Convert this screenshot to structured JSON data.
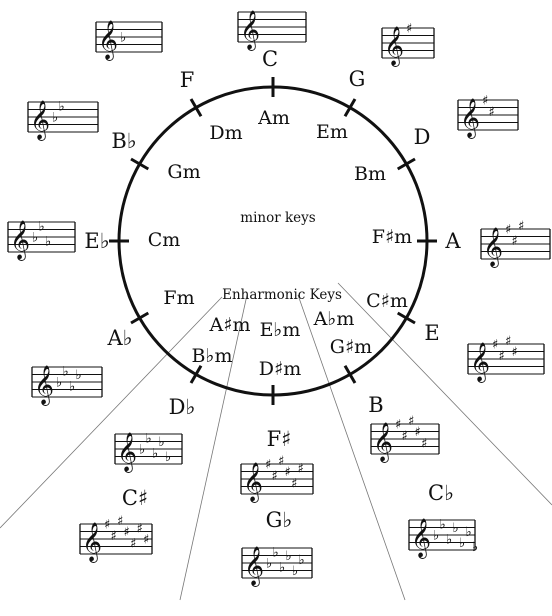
{
  "captions": {
    "minor_keys": "minor keys",
    "enharmonic_keys": "Enharmonic Keys"
  },
  "symbols": {
    "clef": "𝄞",
    "sharp": "♯",
    "flat": "♭"
  },
  "major_keys": [
    {
      "id": "c",
      "label": "C"
    },
    {
      "id": "g",
      "label": "G"
    },
    {
      "id": "d",
      "label": "D"
    },
    {
      "id": "a",
      "label": "A"
    },
    {
      "id": "e",
      "label": "E"
    },
    {
      "id": "b",
      "label": "B"
    },
    {
      "id": "f-sharp",
      "label": "F♯"
    },
    {
      "id": "c-sharp",
      "label": "C♯"
    },
    {
      "id": "g-flat",
      "label": "G♭"
    },
    {
      "id": "c-flat",
      "label": "C♭"
    },
    {
      "id": "d-flat",
      "label": "D♭"
    },
    {
      "id": "a-flat",
      "label": "A♭"
    },
    {
      "id": "e-flat",
      "label": "E♭"
    },
    {
      "id": "b-flat",
      "label": "B♭"
    },
    {
      "id": "f",
      "label": "F"
    }
  ],
  "minor_keys": [
    {
      "id": "am",
      "label": "Am"
    },
    {
      "id": "em",
      "label": "Em"
    },
    {
      "id": "bm",
      "label": "Bm"
    },
    {
      "id": "f-sharp-m",
      "label": "F♯m"
    },
    {
      "id": "c-sharp-m",
      "label": "C♯m"
    },
    {
      "id": "g-sharp-m",
      "label": "G♯m"
    },
    {
      "id": "a-flat-m",
      "label": "A♭m"
    },
    {
      "id": "d-sharp-m",
      "label": "D♯m"
    },
    {
      "id": "e-flat-m",
      "label": "E♭m"
    },
    {
      "id": "a-sharp-m",
      "label": "A♯m"
    },
    {
      "id": "b-flat-m",
      "label": "B♭m"
    },
    {
      "id": "fm",
      "label": "Fm"
    },
    {
      "id": "cm",
      "label": "Cm"
    },
    {
      "id": "gm",
      "label": "Gm"
    },
    {
      "id": "dm",
      "label": "Dm"
    }
  ],
  "key_signatures": [
    {
      "key": "C",
      "type": "none",
      "count": 0
    },
    {
      "key": "G",
      "type": "sharp",
      "count": 1
    },
    {
      "key": "D",
      "type": "sharp",
      "count": 2
    },
    {
      "key": "A",
      "type": "sharp",
      "count": 3
    },
    {
      "key": "E",
      "type": "sharp",
      "count": 4
    },
    {
      "key": "B",
      "type": "sharp",
      "count": 5
    },
    {
      "key": "F♯",
      "type": "sharp",
      "count": 6
    },
    {
      "key": "C♯",
      "type": "sharp",
      "count": 7
    },
    {
      "key": "G♭",
      "type": "flat",
      "count": 6
    },
    {
      "key": "C♭",
      "type": "flat",
      "count": 7
    },
    {
      "key": "D♭",
      "type": "flat",
      "count": 5
    },
    {
      "key": "A♭",
      "type": "flat",
      "count": 4
    },
    {
      "key": "E♭",
      "type": "flat",
      "count": 3
    },
    {
      "key": "B♭",
      "type": "flat",
      "count": 2
    },
    {
      "key": "F",
      "type": "flat",
      "count": 1
    }
  ]
}
